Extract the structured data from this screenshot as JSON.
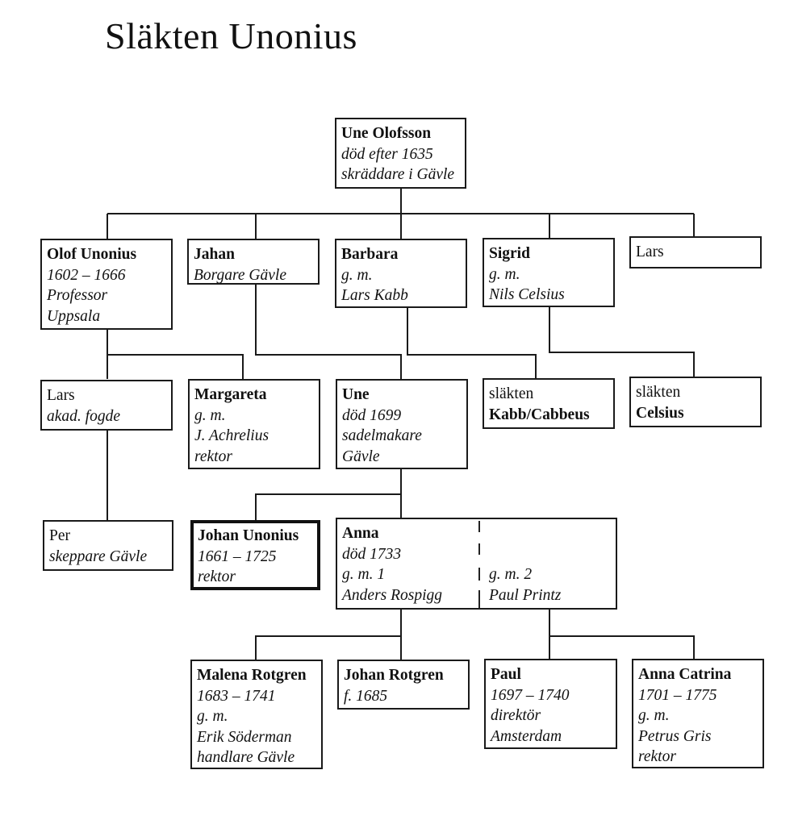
{
  "title": "Släkten Unonius",
  "nodes": {
    "une_olofsson": {
      "name": "Une Olofsson",
      "lines": [
        "död efter 1635",
        "skräddare i Gävle"
      ]
    },
    "olof": {
      "name": "Olof Unonius",
      "lines": [
        "1602 – 1666",
        "Professor",
        "Uppsala"
      ]
    },
    "jahan": {
      "name": "Jahan",
      "lines": [
        "Borgare Gävle"
      ]
    },
    "barbara": {
      "name": "Barbara",
      "lines": [
        "g. m.",
        "Lars Kabb"
      ]
    },
    "sigrid": {
      "name": "Sigrid",
      "lines": [
        "g. m.",
        "Nils Celsius"
      ]
    },
    "lars_top": {
      "label": "Lars"
    },
    "lars": {
      "name": "Lars",
      "lines": [
        "akad. fogde"
      ]
    },
    "margareta": {
      "name": "Margareta",
      "lines": [
        "g. m.",
        "J. Achrelius",
        "rektor"
      ]
    },
    "une": {
      "name": "Une",
      "lines": [
        "död 1699",
        "sadelmakare",
        "Gävle"
      ]
    },
    "kabb": {
      "prefix": "släkten",
      "name": "Kabb/Cabbeus"
    },
    "celsius": {
      "prefix": "släkten",
      "name": "Celsius"
    },
    "per": {
      "name": "Per",
      "lines": [
        "skeppare Gävle"
      ]
    },
    "johan_unonius": {
      "name": "Johan Unonius",
      "lines": [
        "1661 – 1725",
        "rektor"
      ]
    },
    "anna": {
      "name": "Anna",
      "lines": [
        "död 1733",
        "g. m. 1",
        "Anders Rospigg"
      ],
      "second": [
        "g. m. 2",
        "Paul Printz"
      ]
    },
    "malena": {
      "name": "Malena Rotgren",
      "lines": [
        "1683 – 1741",
        "g. m.",
        "Erik Söderman",
        "handlare Gävle"
      ]
    },
    "johan_rotgren": {
      "name": "Johan Rotgren",
      "lines": [
        "f. 1685"
      ]
    },
    "paul": {
      "name": "Paul",
      "lines": [
        "1697 – 1740",
        "direktör",
        "Amsterdam"
      ]
    },
    "anna_catrina": {
      "name": "Anna Catrina",
      "lines": [
        "1701 – 1775",
        "g. m.",
        "Petrus Gris",
        "rektor"
      ]
    }
  }
}
